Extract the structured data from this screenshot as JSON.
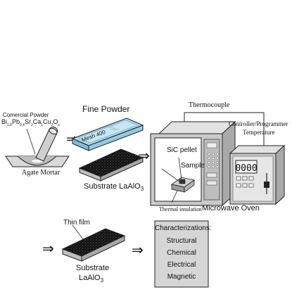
{
  "mortar": {
    "powder_label": "Comercial Powder",
    "formula": {
      "p1": "Bi",
      "s1": "1,8",
      "p2": "Pb",
      "s2": "0,4",
      "p3": "Sr",
      "s3": "2",
      "p4": "Ca",
      "s4": "1",
      "p5": "Cu",
      "s5": "2",
      "p6": "O",
      "s6": "x"
    },
    "caption": "Agate Mortar"
  },
  "sieve": {
    "fine_powder_label": "Fine Powder",
    "mesh_label": "Mesh 400"
  },
  "substrate_step": {
    "label": "Substrate  LaAlO",
    "sub": "3"
  },
  "oven": {
    "thermocouple_label": "Thermocouple",
    "sic_label": "SiC pellet",
    "sample_label": "Sample",
    "insulation_label": "Thermal insulation",
    "caption": "Microwave Oven"
  },
  "controller": {
    "label_line1": "Controller/Programmer",
    "label_line2": "Temperature",
    "display_value": "0000"
  },
  "thin_film": {
    "label": "Thin film",
    "substrate_line1": "Substrate",
    "substrate_line2": "LaAlO",
    "sub": "3"
  },
  "characterizations": {
    "title": "Characterizations:",
    "items": [
      "Structural",
      "Chemical",
      "Electrical",
      "Magnetic"
    ]
  },
  "arrows": [
    "⇒",
    "⇒",
    "⇒",
    "⇒"
  ],
  "colors": {
    "sieve_fill": "#a9d6ec",
    "film_black": "#111111",
    "char_box": "#d6d6d6",
    "oven_gray": "#c9c9c9"
  }
}
